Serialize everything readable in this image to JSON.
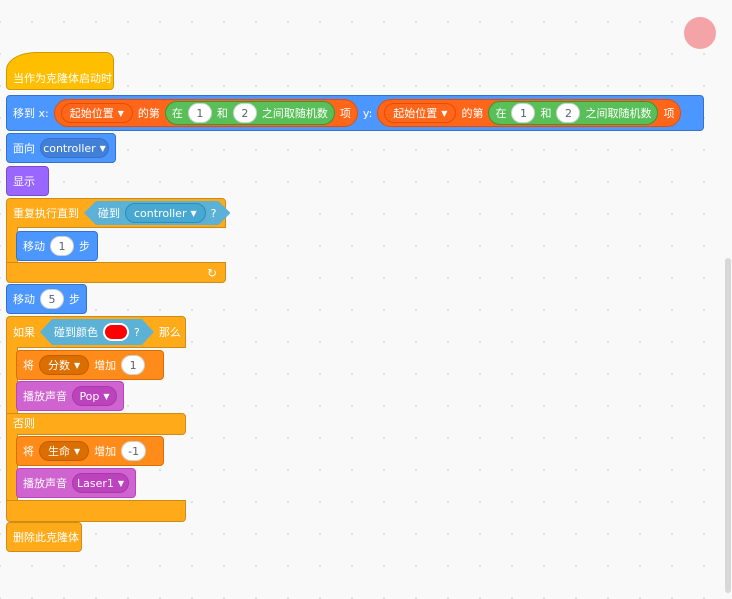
{
  "script": {
    "hat": {
      "label": "当作为克隆体启动时"
    },
    "goto_xy": {
      "label": "移到 x:",
      "x": {
        "menu": "起始位置",
        "of_label": "的第",
        "rand_in": "在",
        "from": "1",
        "and": "和",
        "to": "2",
        "rand_suffix": "之间取随机数",
        "item": "项"
      },
      "y_label": "y:",
      "y": {
        "menu": "起始位置",
        "of_label": "的第",
        "rand_in": "在",
        "from": "1",
        "and": "和",
        "to": "2",
        "rand_suffix": "之间取随机数",
        "item": "项"
      }
    },
    "point_towards": {
      "label": "面向",
      "target": "controller"
    },
    "show": {
      "label": "显示"
    },
    "repeat_until": {
      "label": "重复执行直到",
      "condition": {
        "label": "碰到",
        "target": "controller",
        "q": "?"
      },
      "loop_icon": "↻",
      "body": {
        "move": {
          "label": "移动",
          "steps": "1",
          "unit": "步"
        }
      }
    },
    "move5": {
      "label": "移动",
      "steps": "5",
      "unit": "步"
    },
    "if_else": {
      "label": "如果",
      "condition": {
        "label": "碰到颜色",
        "color": "#ff0000",
        "q": "?"
      },
      "then": "那么",
      "if_body": {
        "change": {
          "label": "将",
          "var": "分数",
          "by": "增加",
          "value": "1"
        },
        "sound": {
          "label": "播放声音",
          "sound": "Pop"
        }
      },
      "else_label": "否则",
      "else_body": {
        "change": {
          "label": "将",
          "var": "生命",
          "by": "增加",
          "value": "-1"
        },
        "sound": {
          "label": "播放声音",
          "sound": "Laser1"
        }
      }
    },
    "delete": {
      "label": "删除此克隆体"
    }
  },
  "icons": {
    "caret": "▼",
    "loop": "loop-arrow-icon"
  },
  "colors": {
    "events": "#ffbf00",
    "motion": "#4c97ff",
    "looks": "#9966ff",
    "control": "#ffab19",
    "sensing": "#5cb1d6",
    "sound": "#cf63cf",
    "variables": "#ff8c1a",
    "operators": "#59c059",
    "list": "#ff661a",
    "stage_indicator": "#f4a3a6"
  }
}
